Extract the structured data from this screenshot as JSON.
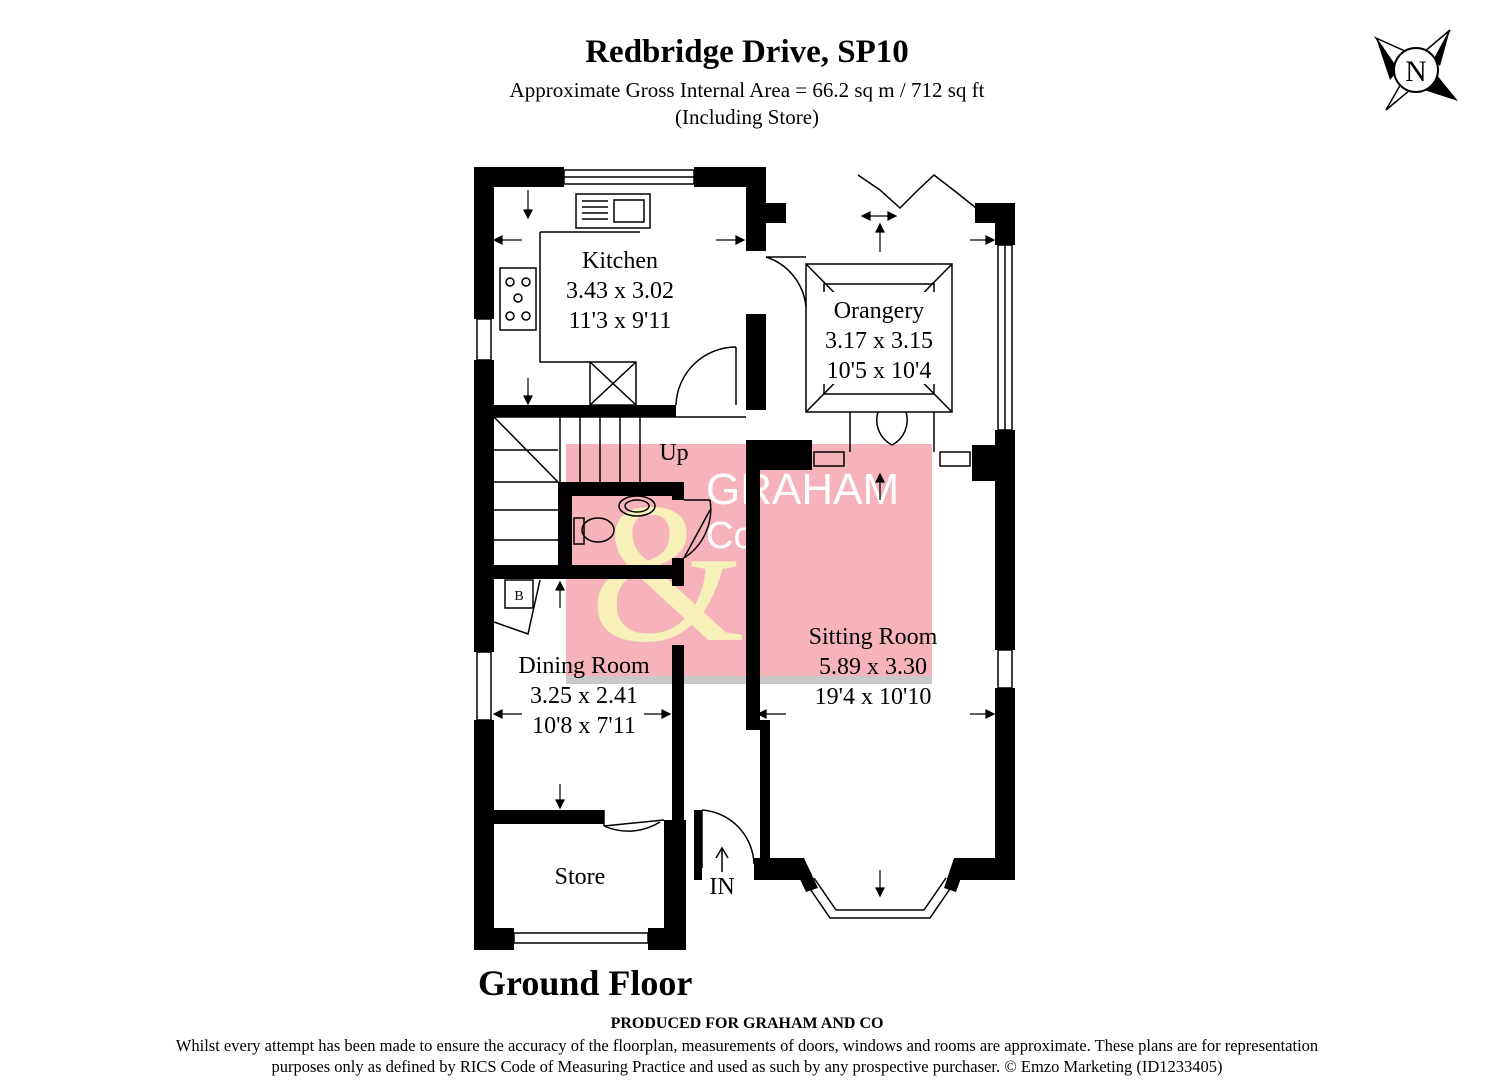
{
  "header": {
    "title": "Redbridge Drive, SP10",
    "area": "Approximate Gross Internal Area = 66.2 sq m / 712 sq ft",
    "note": "(Including Store)"
  },
  "compass": {
    "label": "N"
  },
  "rooms": {
    "kitchen": {
      "name": "Kitchen",
      "metric": "3.43 x 3.02",
      "imperial": "11'3 x 9'11"
    },
    "orangery": {
      "name": "Orangery",
      "metric": "3.17 x 3.15",
      "imperial": "10'5 x 10'4"
    },
    "sitting": {
      "name": "Sitting Room",
      "metric": "5.89 x 3.30",
      "imperial": "19'4 x 10'10"
    },
    "dining": {
      "name": "Dining Room",
      "metric": "3.25 x 2.41",
      "imperial": "10'8 x 7'11"
    },
    "store": {
      "name": "Store"
    }
  },
  "labels": {
    "stairs": "Up",
    "boiler": "B",
    "entrance": "IN"
  },
  "watermark": {
    "line1": "GRAHAM",
    "line2": "Co",
    "color": "#f4a6b0",
    "ampersand_color": "#f7f0b8"
  },
  "floor": {
    "name": "Ground Floor"
  },
  "footer": {
    "produced": "PRODUCED FOR GRAHAM AND CO",
    "disclaimer_line1": "Whilst every attempt has been made to ensure the accuracy of the floorplan, measurements of doors, windows and rooms are approximate. These plans are for representation",
    "disclaimer_line2": "purposes only as defined by RICS Code of Measuring Practice and used as such by any prospective purchaser. © Emzo Marketing (ID1233405)"
  }
}
